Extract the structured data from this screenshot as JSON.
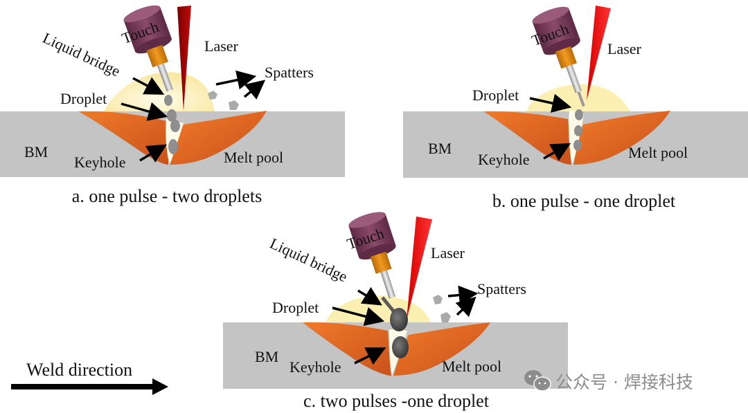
{
  "colors": {
    "base_metal": "#c4c4c4",
    "melt_pool": "#e8641e",
    "melt_pool_dark": "#c9521a",
    "arc_glow": "#fbefb2",
    "torch_head": "#7a3a5a",
    "torch_nozzle": "#e0870f",
    "laser_dark": "#b00000",
    "laser_bright": "#e8151b",
    "droplet": "#8e8e8e",
    "droplet_dark": "#5a5a5a",
    "spatter": "#a8a8a8",
    "arrow": "#000000",
    "watermark": "#8c8c8c"
  },
  "panels": [
    {
      "id": "a",
      "caption": "a. one pulse - two droplets",
      "labels": {
        "torch": "Touch",
        "laser": "Laser",
        "liquid_bridge": "Liquid bridge",
        "droplet": "Droplet",
        "spatters": "Spatters",
        "bm": "BM",
        "keyhole": "Keyhole",
        "melt_pool": "Melt pool"
      },
      "droplet_count": 4
    },
    {
      "id": "b",
      "caption": "b. one pulse - one droplet",
      "labels": {
        "torch": "Touch",
        "laser": "Laser",
        "droplet": "Droplet",
        "bm": "BM",
        "keyhole": "Keyhole",
        "melt_pool": "Melt pool"
      },
      "droplet_count": 3
    },
    {
      "id": "c",
      "caption": "c. two pulses -one droplet",
      "labels": {
        "torch": "Touch",
        "laser": "Laser",
        "liquid_bridge": "Liquid bridge",
        "droplet": "Droplet",
        "spatters": "Spatters",
        "bm": "BM",
        "keyhole": "Keyhole",
        "melt_pool": "Melt pool"
      },
      "droplet_count": 2
    }
  ],
  "weld_direction": "Weld direction",
  "watermark": {
    "icon": "wechat-icon",
    "text": "公众号 · 焊接科技"
  }
}
